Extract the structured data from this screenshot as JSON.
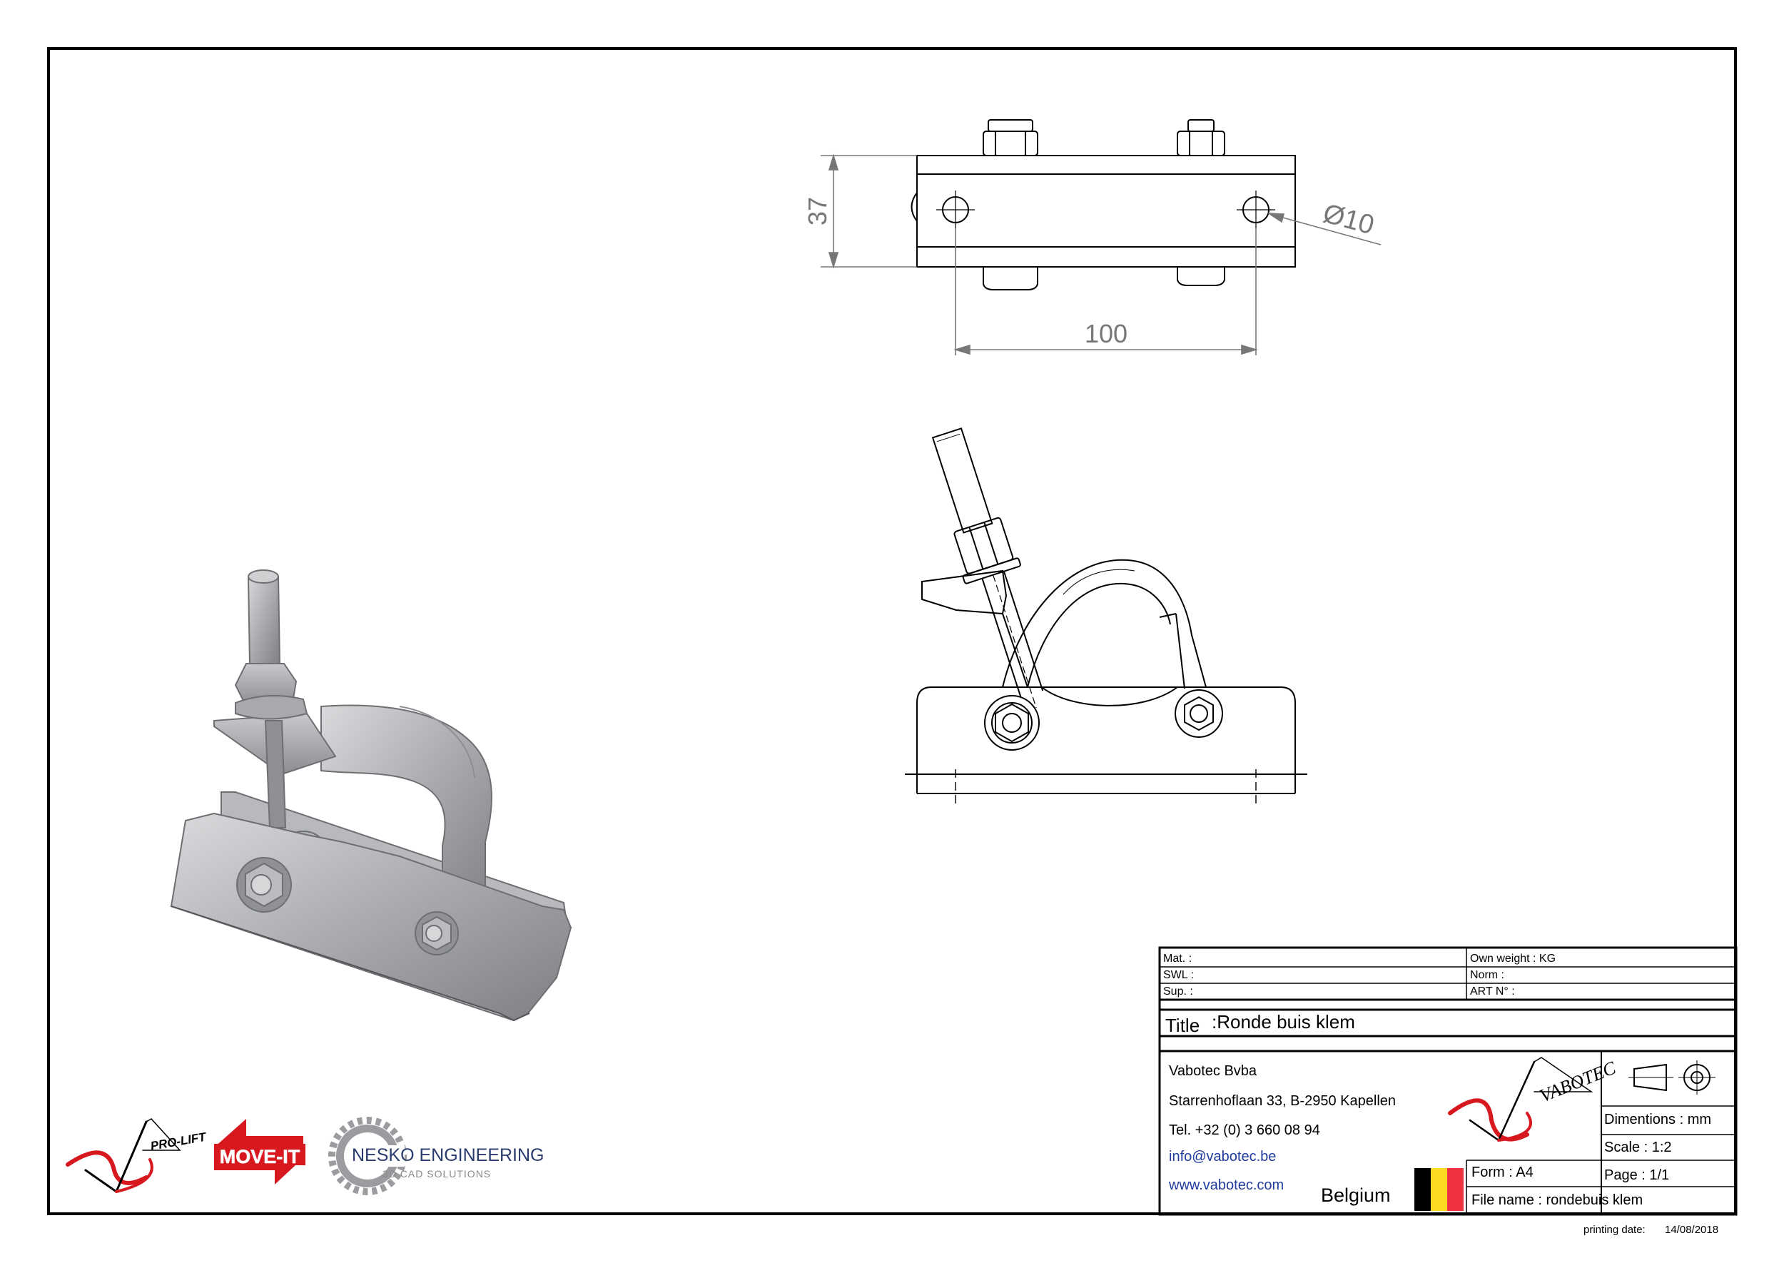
{
  "drawing": {
    "dimensions": {
      "height": "37",
      "width": "100",
      "hole_diameter": "Ø10"
    }
  },
  "logos": {
    "prolift": "PRO-LIFT",
    "moveit": "MOVE-IT",
    "nesko_name": "NESKO ENGINEERING",
    "nesko_sub": "3D CAD SOLUTIONS",
    "vabotec": "VABOTEC"
  },
  "title_block": {
    "mat_label": "Mat. :",
    "swl_label": "SWL :",
    "sup_label": "Sup. :",
    "weight_label": "Own weight  :  KG",
    "norm_label": "Norm  :",
    "art_label": "ART N° :",
    "title_label": "Title",
    "title_value": ":Ronde buis klem",
    "company": "Vabotec Bvba",
    "address": "Starrenhoflaan 33, B-2950 Kapellen",
    "phone": "Tel. +32 (0) 3 660 08 94",
    "email": "info@vabotec.be",
    "website": "www.vabotec.com",
    "country": "Belgium",
    "dimensions": "Dimentions : mm",
    "scale": "Scale   :  1:2",
    "form": "Form : A4",
    "page": "Page : 1/1",
    "file_name": "File name   : rondebuis klem"
  },
  "printing": {
    "label": "printing date:",
    "date": "14/08/2018"
  },
  "colors": {
    "brand_red": "#d7191f",
    "line": "#000000",
    "dim_gray": "#777777",
    "link_blue": "#1f3c9e",
    "flag_black": "#000000",
    "flag_yellow": "#fdda24",
    "flag_red": "#ef3340"
  }
}
